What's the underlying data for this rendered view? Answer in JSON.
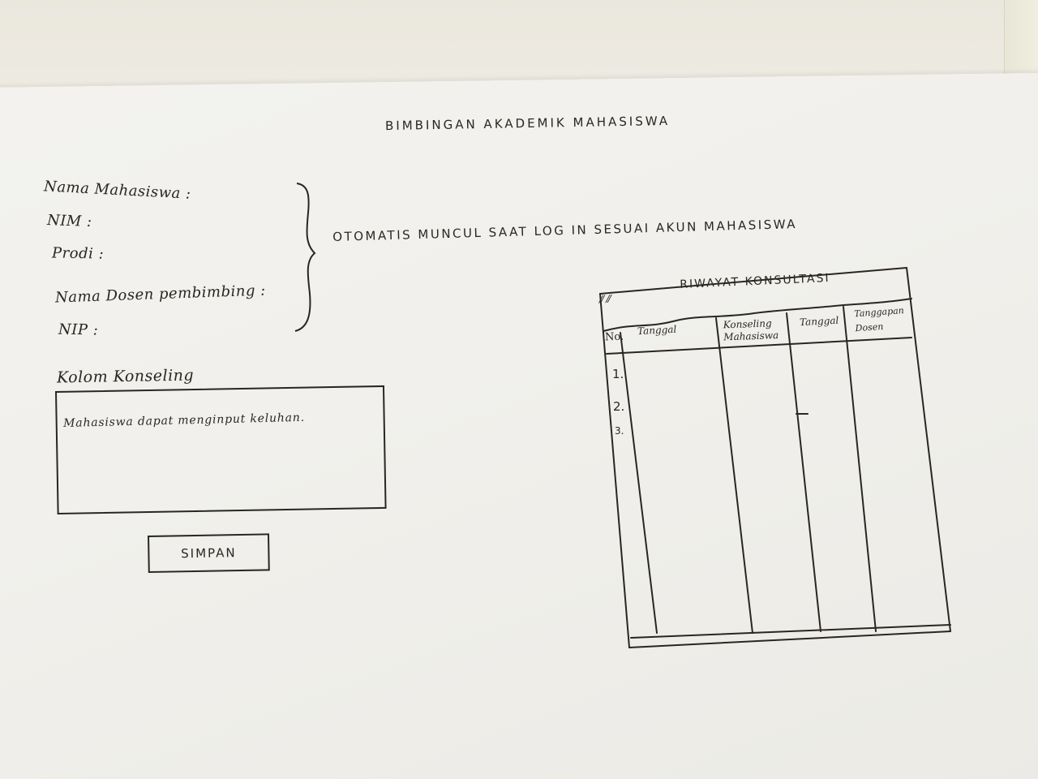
{
  "page": {
    "title": "BIMBINGAN AKADEMIK MAHASISWA"
  },
  "student_info": {
    "fields": [
      {
        "label": "Nama Mahasiswa :"
      },
      {
        "label": "NIM :"
      },
      {
        "label": "Prodi :"
      },
      {
        "label": "Nama Dosen pembimbing :"
      },
      {
        "label": "NIP :"
      }
    ],
    "auto_note": "OTOMATIS MUNCUL SAAT LOG IN SESUAI AKUN MAHASISWA"
  },
  "counseling": {
    "label": "Kolom Konseling",
    "placeholder": "Mahasiswa dapat menginput keluhan.",
    "save_label": "SIMPAN"
  },
  "history": {
    "title": "RIWAYAT KONSULTASI",
    "headers": [
      "No.",
      "Tanggal",
      "Konseling Mahasiswa",
      "Tanggal",
      "Tanggapan Dosen"
    ],
    "row_numbers": [
      "1.",
      "2.",
      "3."
    ]
  },
  "colors": {
    "ink": "#2a2622",
    "paper": "#f1f0ec",
    "background": "#e7e4da"
  }
}
